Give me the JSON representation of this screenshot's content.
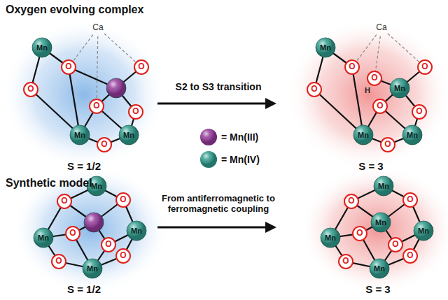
{
  "diagram": {
    "labels": [
      "Oxygen evolving complex",
      "S2 to S3 transition",
      "S = 1/2",
      "S = 3",
      "Synthetic model",
      "From antiferromagnetic to ferromagnetic coupling",
      "S = 1/2",
      "S = 3",
      "Ca",
      "Ca",
      "H",
      "Mn",
      "O",
      "O",
      "Mn",
      "O",
      "O",
      "O",
      "Mn",
      "O",
      "Mn",
      "O",
      "O",
      "Mn",
      "Mn",
      "O",
      "O",
      "O",
      "Mn",
      "O",
      "O",
      "Mn",
      "Mn",
      "Mn",
      "Mn",
      "O",
      "O",
      "O",
      "O",
      "O",
      "O",
      "Mn",
      "Mn",
      "Mn",
      "Mn",
      "Mn",
      "O",
      "O",
      "O",
      "O",
      "O",
      "O"
    ],
    "legend": [
      {
        "text": "= Mn(III)",
        "color": "#94399b"
      },
      {
        "text": "= Mn(IV)",
        "color": "#2f9c8c"
      }
    ]
  }
}
